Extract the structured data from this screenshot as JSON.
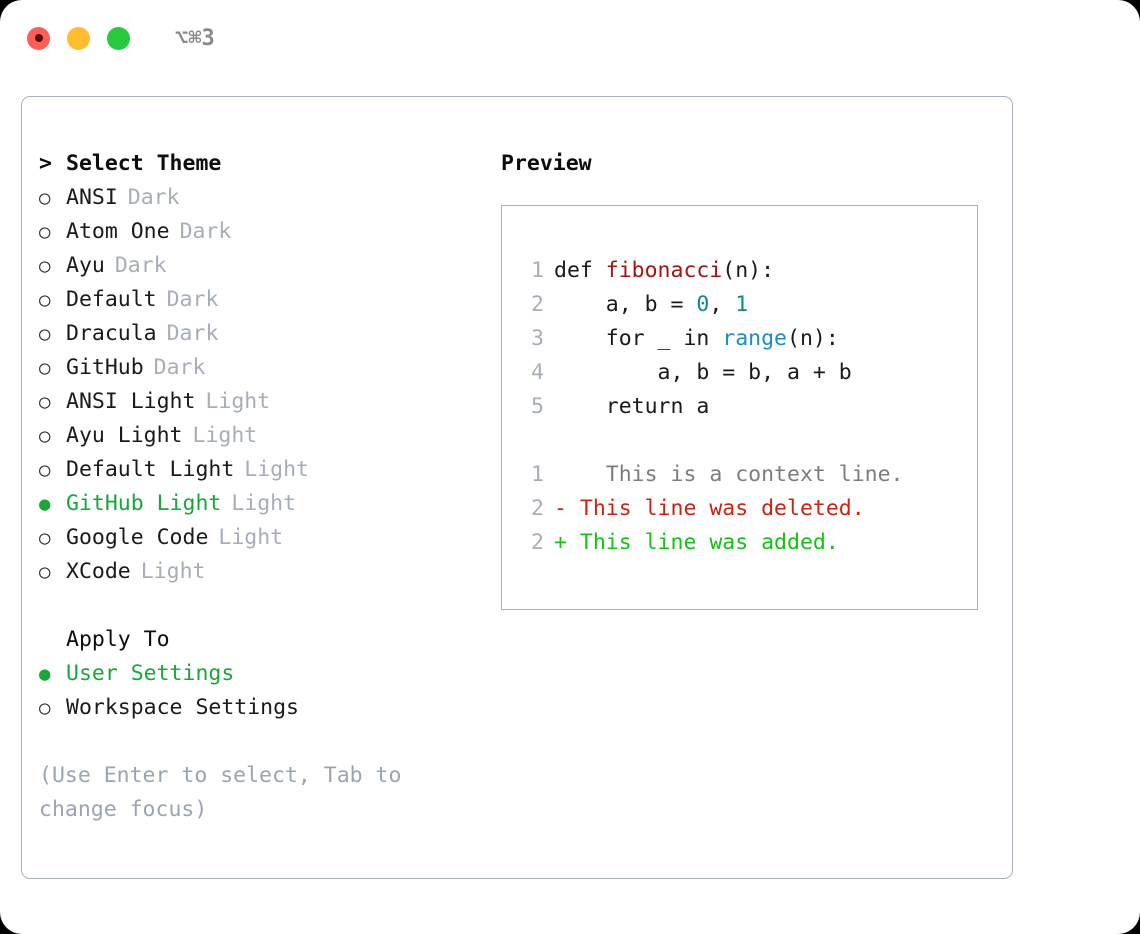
{
  "titlebar": {
    "shortcut": "⌥⌘3",
    "buttons": [
      {
        "name": "close",
        "color": "#FB5F58"
      },
      {
        "name": "minimize",
        "color": "#FDBD2E"
      },
      {
        "name": "maximize",
        "color": "#27C93F"
      }
    ]
  },
  "theme_section": {
    "marker": ">",
    "header": "Select Theme",
    "options": [
      {
        "bullet": "○",
        "label": "ANSI",
        "tag": "Dark",
        "selected": false
      },
      {
        "bullet": "○",
        "label": "Atom One",
        "tag": "Dark",
        "selected": false
      },
      {
        "bullet": "○",
        "label": "Ayu",
        "tag": "Dark",
        "selected": false
      },
      {
        "bullet": "○",
        "label": "Default",
        "tag": "Dark",
        "selected": false
      },
      {
        "bullet": "○",
        "label": "Dracula",
        "tag": "Dark",
        "selected": false
      },
      {
        "bullet": "○",
        "label": "GitHub",
        "tag": "Dark",
        "selected": false
      },
      {
        "bullet": "○",
        "label": "ANSI Light",
        "tag": "Light",
        "selected": false
      },
      {
        "bullet": "○",
        "label": "Ayu Light",
        "tag": "Light",
        "selected": false
      },
      {
        "bullet": "○",
        "label": "Default Light",
        "tag": "Light",
        "selected": false
      },
      {
        "bullet": "●",
        "label": "GitHub Light",
        "tag": "Light",
        "selected": true
      },
      {
        "bullet": "○",
        "label": "Google Code",
        "tag": "Light",
        "selected": false
      },
      {
        "bullet": "○",
        "label": "XCode",
        "tag": "Light",
        "selected": false
      }
    ]
  },
  "apply_section": {
    "marker": " ",
    "header": "Apply To",
    "options": [
      {
        "bullet": "●",
        "label": "User Settings",
        "tag": "",
        "selected": true
      },
      {
        "bullet": "○",
        "label": "Workspace Settings",
        "tag": "",
        "selected": false
      }
    ]
  },
  "hint": "(Use Enter to select, Tab to change focus)",
  "preview": {
    "title": "Preview",
    "code_lines": [
      {
        "num": "1",
        "tokens": [
          {
            "t": "def ",
            "c": "plain"
          },
          {
            "t": "fibonacci",
            "c": "fn"
          },
          {
            "t": "(n):",
            "c": "plain"
          }
        ]
      },
      {
        "num": "2",
        "tokens": [
          {
            "t": "    a, b = ",
            "c": "plain"
          },
          {
            "t": "0",
            "c": "num"
          },
          {
            "t": ", ",
            "c": "plain"
          },
          {
            "t": "1",
            "c": "num"
          }
        ]
      },
      {
        "num": "3",
        "tokens": [
          {
            "t": "    for _ in ",
            "c": "plain"
          },
          {
            "t": "range",
            "c": "call"
          },
          {
            "t": "(n):",
            "c": "plain"
          }
        ]
      },
      {
        "num": "4",
        "tokens": [
          {
            "t": "        a, b = b, a + b",
            "c": "plain"
          }
        ]
      },
      {
        "num": "5",
        "tokens": [
          {
            "t": "    return a",
            "c": "plain"
          }
        ]
      }
    ],
    "diff_lines": [
      {
        "num": "1",
        "marker": " ",
        "text": "  This is a context line.",
        "kind": "context"
      },
      {
        "num": "2",
        "marker": "-",
        "text": "This line was deleted.",
        "kind": "deleted"
      },
      {
        "num": "2",
        "marker": "+",
        "text": "This line was added.",
        "kind": "added"
      }
    ]
  },
  "colors": {
    "accent_green": "#18A83A",
    "muted": "#A7AEBA",
    "border": "#A9B2BE",
    "syntax_function": "#A31515",
    "syntax_number": "#0D8B7B",
    "syntax_call": "#1A8FBF",
    "diff_added": "#13C213",
    "diff_deleted": "#CC2211",
    "diff_context": "#7D7D7D"
  }
}
